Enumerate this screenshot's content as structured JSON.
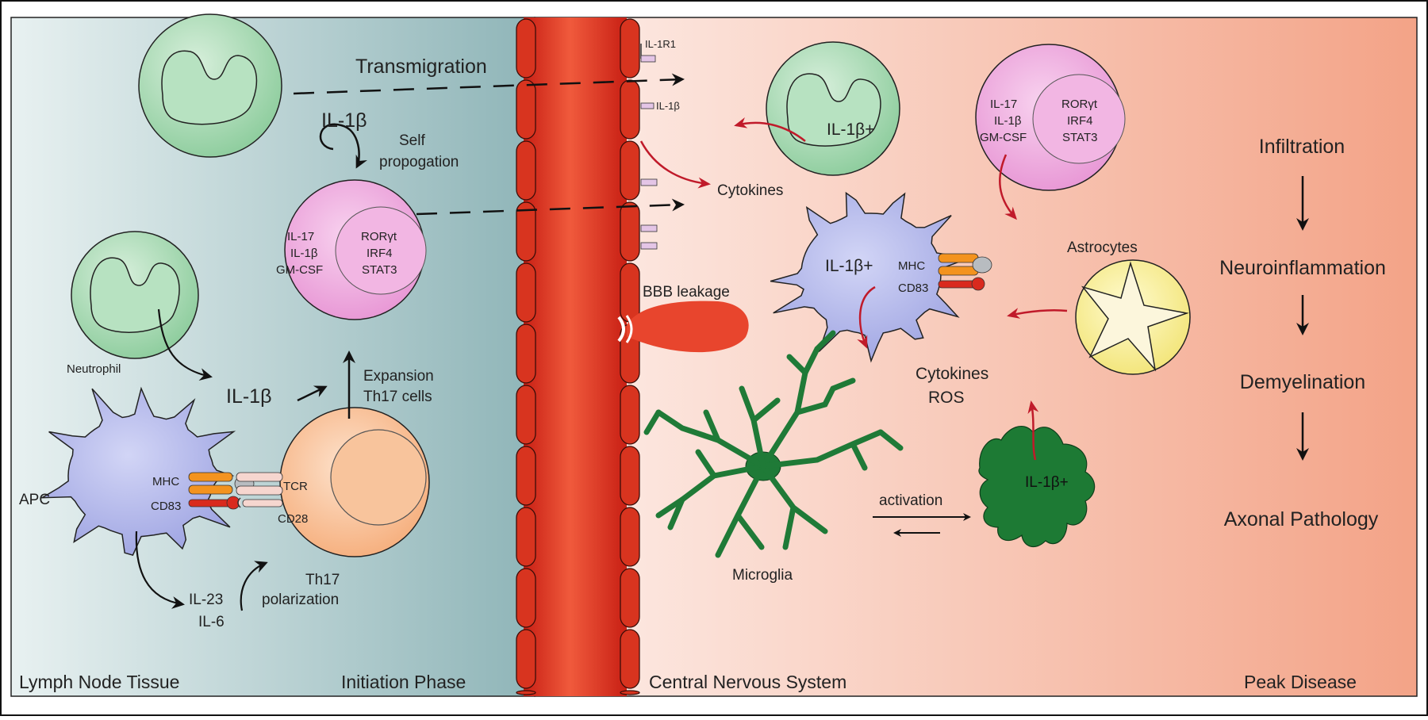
{
  "panels": {
    "lymph_node": "Lymph Node Tissue",
    "initiation": "Initiation Phase",
    "cns": "Central Nervous System",
    "peak": "Peak Disease"
  },
  "left": {
    "transmigration": "Transmigration",
    "il1b_self": "IL-1β",
    "self_line1": "Self",
    "self_line2": "propogation",
    "th17_cyt1": "IL-17",
    "th17_cyt2": "IL-1β",
    "th17_cyt3": "GM-CSF",
    "th17_tf1": "RORγt",
    "th17_tf2": "IRF4",
    "th17_tf3": "STAT3",
    "neutrophil": "Neutrophil",
    "il1b_mid": "IL-1β",
    "expansion1": "Expansion",
    "expansion2": "Th17 cells",
    "apc": "APC",
    "mhc": "MHC",
    "cd83": "CD83",
    "tcr": "TCR",
    "cd28": "CD28",
    "th17_pol1": "Th17",
    "th17_pol2": "polarization",
    "il23": "IL-23",
    "il6": "IL-6"
  },
  "right": {
    "il1r1": "IL-1R1",
    "il1b_small": "IL-1β",
    "cell_il1b": "IL-1β+",
    "cytokines": "Cytokines",
    "bbb": "BBB leakage",
    "dc_il1b": "IL-1β+",
    "dc_mhc": "MHC",
    "dc_cd83": "CD83",
    "th17_cyt1": "IL-17",
    "th17_cyt2": "IL-1β",
    "th17_cyt3": "GM-CSF",
    "th17_tf1": "RORγt",
    "th17_tf2": "IRF4",
    "th17_tf3": "STAT3",
    "astrocytes": "Astrocytes",
    "cyt_ros1": "Cytokines",
    "cyt_ros2": "ROS",
    "activation": "activation",
    "microglia": "Microglia",
    "amoeboid_il1b": "IL-1β+"
  },
  "flow": [
    "Infiltration",
    "Neuroinflammation",
    "Demyelination",
    "Axonal Pathology"
  ],
  "colors": {
    "left_bg_start": "#e6f0f0",
    "left_bg_end": "#8fb6b8",
    "right_bg_start": "#fdebe6",
    "right_bg_end": "#f4a48a",
    "vessel": "#d62f1f",
    "green_cell": "#a9d8b4",
    "pink_cell": "#ee9fd8",
    "blue_cell": "#aab0e8",
    "orange_cell": "#f7b98f",
    "microglia": "#1f7a37",
    "astrocyte": "#f6ec8a",
    "arrow_red": "#c01a2a"
  }
}
